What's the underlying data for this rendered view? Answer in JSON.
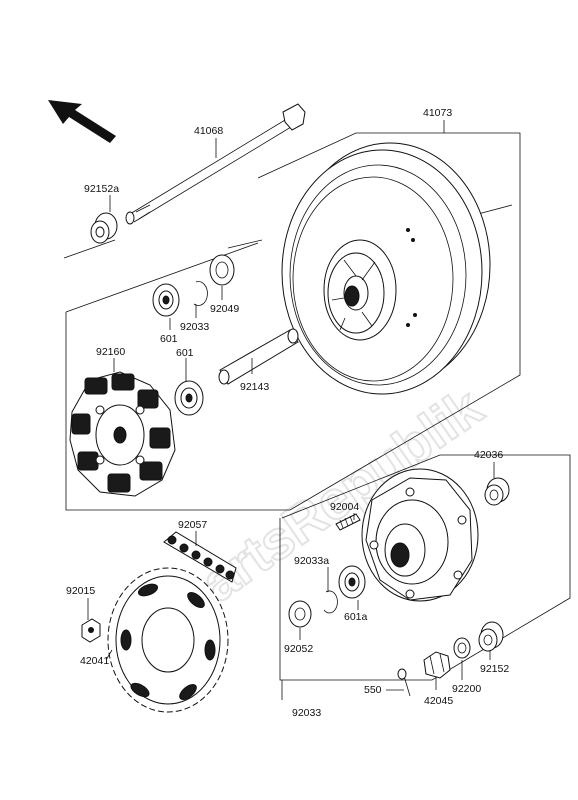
{
  "watermark": "PartsRepublik",
  "labels": {
    "p41068": "41068",
    "p41073": "41073",
    "p92152a": "92152a",
    "p92160": "92160",
    "p601_top": "601",
    "p92033_top": "92033",
    "p92049": "92049",
    "p601_mid": "601",
    "p92143": "92143",
    "p42036": "42036",
    "p92004": "92004",
    "p92057": "92057",
    "p92033a": "92033a",
    "p92015": "92015",
    "p601a": "601a",
    "p42041": "42041",
    "p92052": "92052",
    "p92152": "92152",
    "p92200": "92200",
    "p550": "550",
    "p42045": "42045",
    "p92033_bot": "92033"
  },
  "icons": {
    "direction_arrow": "front-direction-arrow-icon"
  }
}
